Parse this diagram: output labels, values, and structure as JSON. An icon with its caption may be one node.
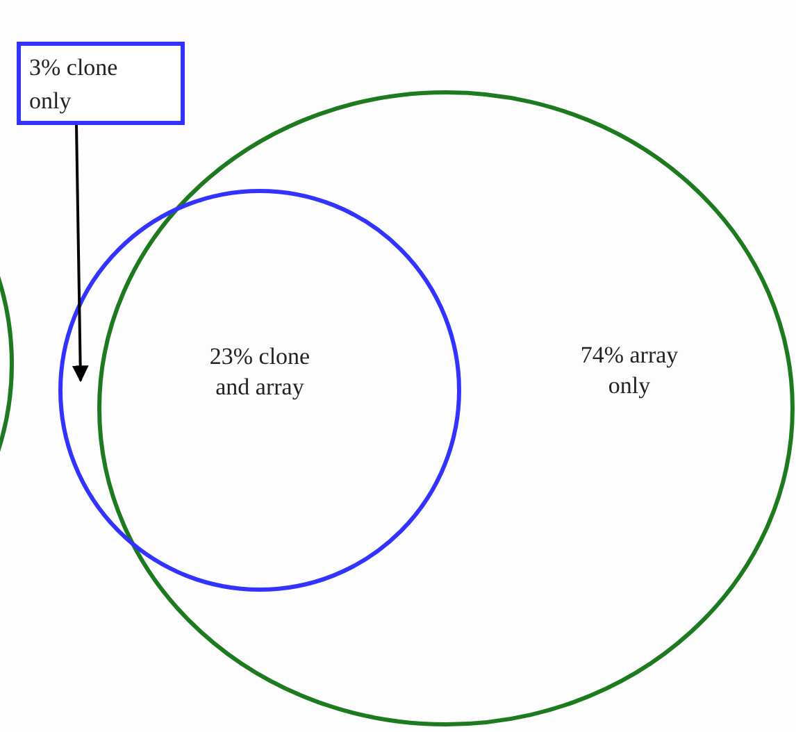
{
  "diagram": {
    "nodes": [
      {
        "text": [
          "3% clone only"
        ]
      },
      {
        "text": [
          "23% clone and array"
        ]
      },
      {
        "text": [
          "74% array only"
        ]
      },
      {
        "text": [],
        "shape": "circle"
      }
    ],
    "edges": [
      {
        "from": 0,
        "to": 1,
        "arrow": "to"
      }
    ]
  }
}
